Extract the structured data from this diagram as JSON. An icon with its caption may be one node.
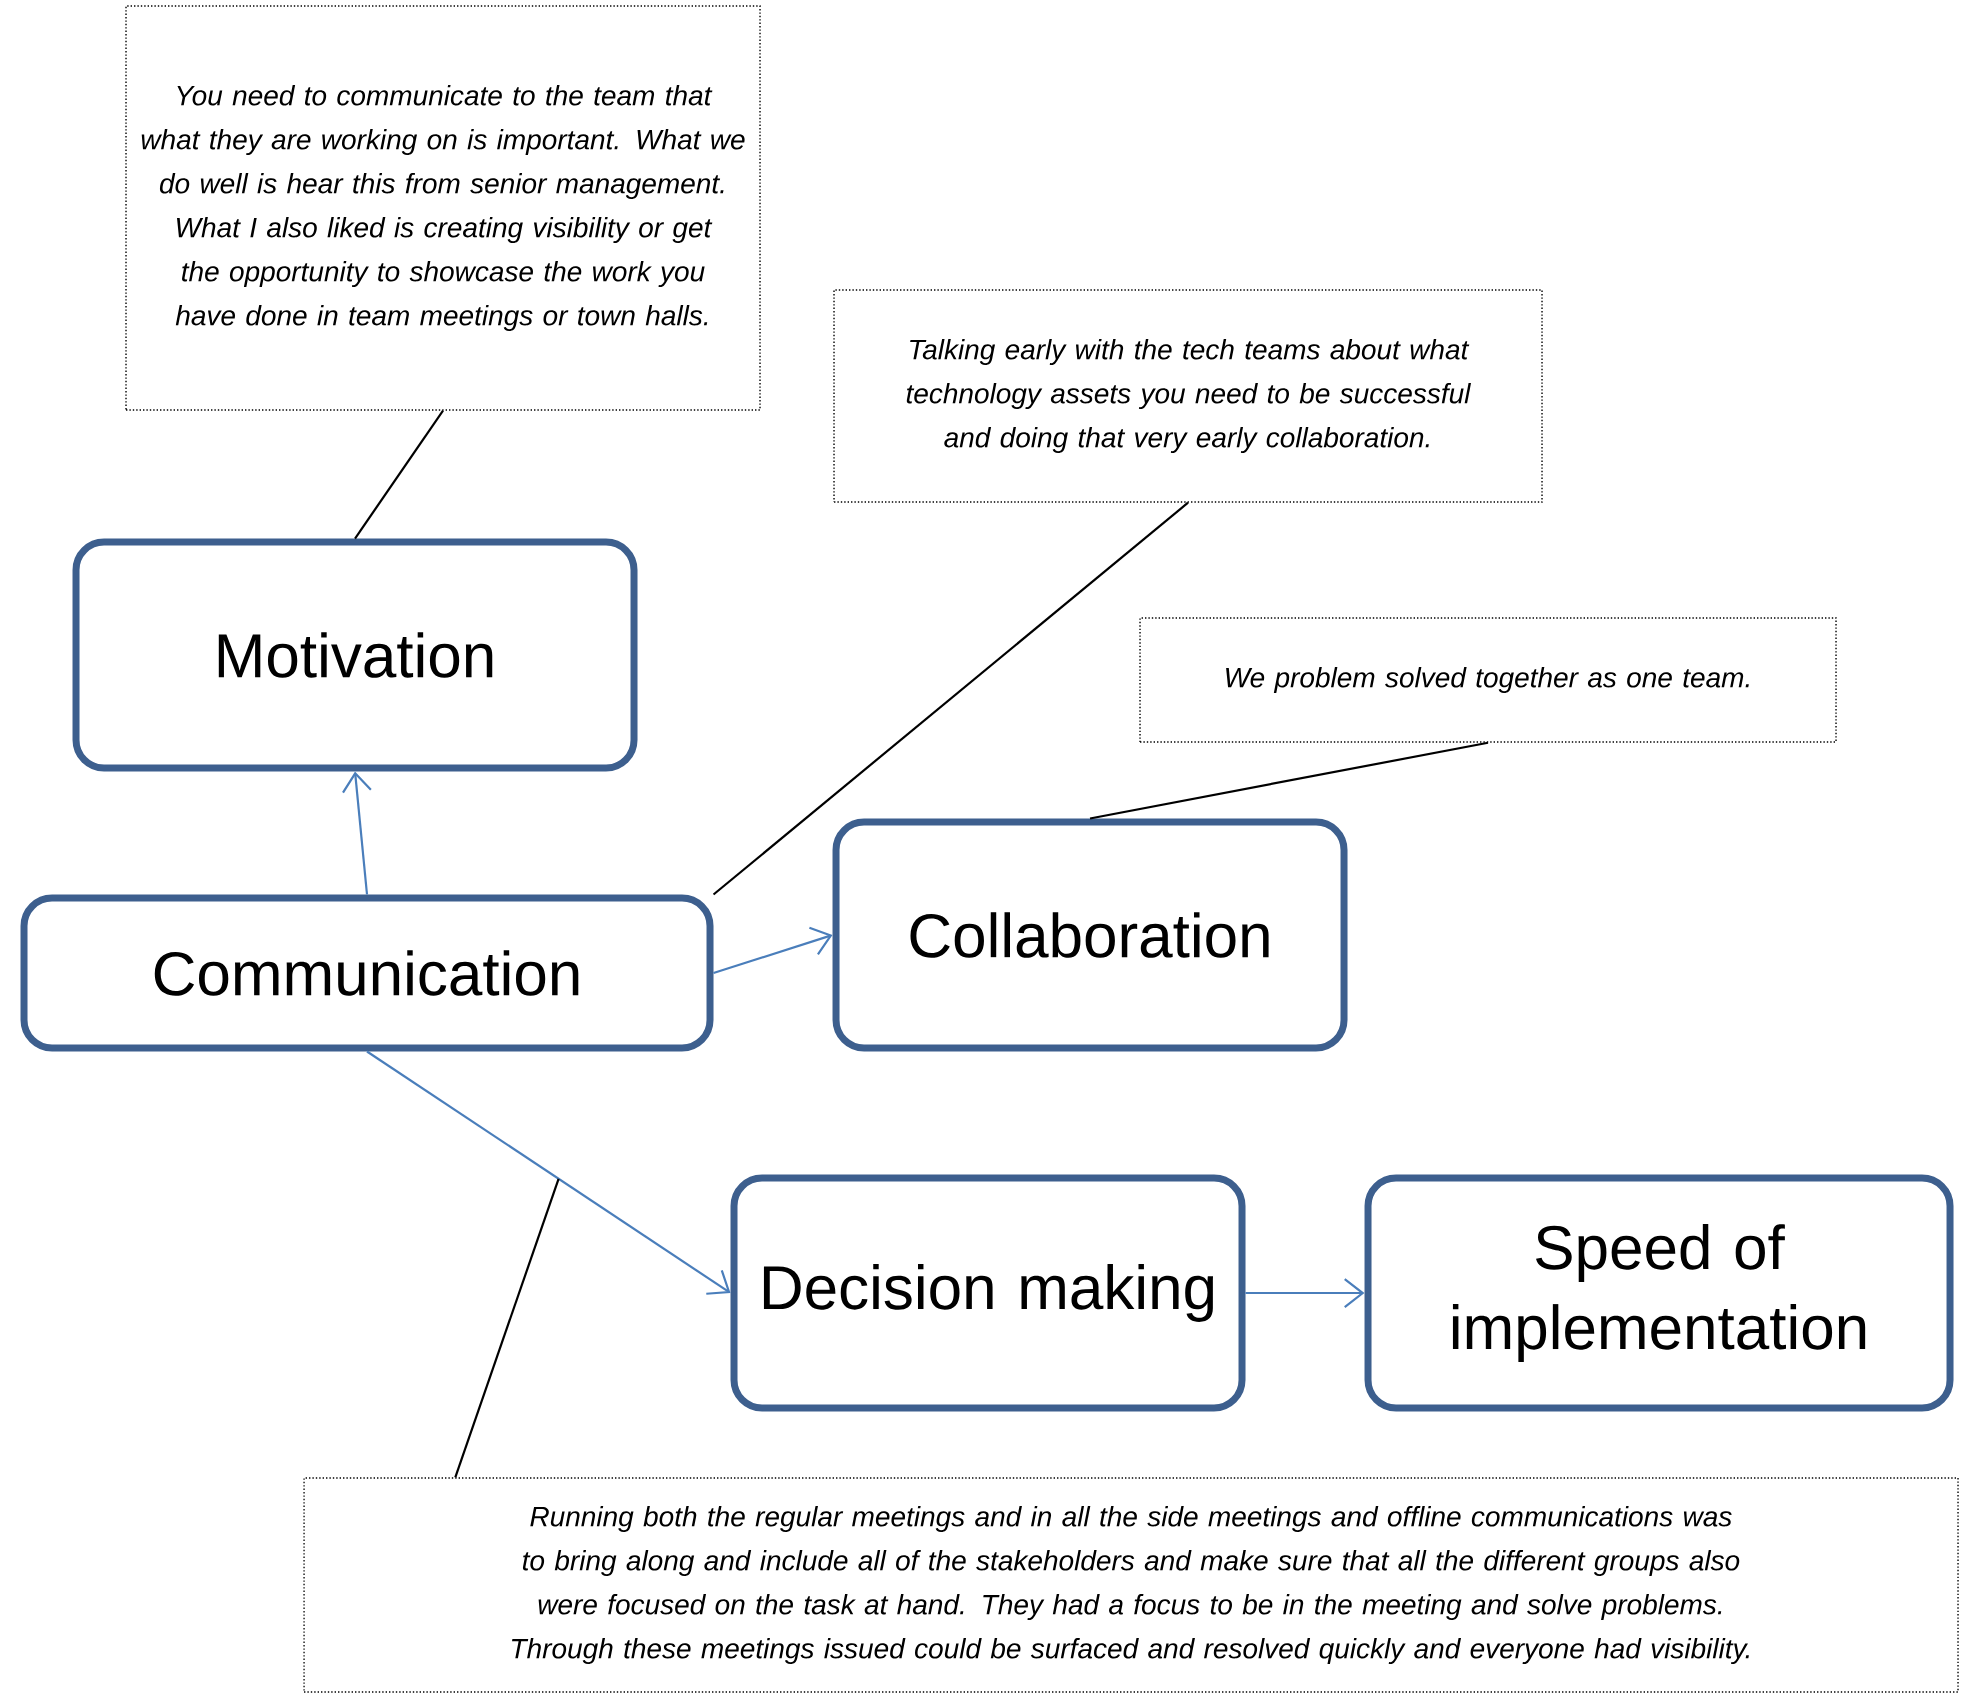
{
  "diagram": {
    "nodes": [
      {
        "text": [
          "You need to communicate to the team that what they are working on is important. What we do well is hear this from senior management. What I also liked is creating visibility or get the opportunity to showcase the work you have done in team meetings or town halls."
        ]
      },
      {
        "text": [
          "Talking early with the tech teams about what technology assets you need to be successful and doing that very early collaboration."
        ]
      },
      {
        "text": [
          "Motivation"
        ]
      },
      {
        "text": [
          "We problem solved together as one team."
        ]
      },
      {
        "text": [
          "Communication"
        ]
      },
      {
        "text": [
          "Collaboration"
        ]
      },
      {
        "text": [
          "Decision making"
        ]
      },
      {
        "text": [
          "Speed of implementation"
        ]
      },
      {
        "text": [
          "Running both the regular meetings and in all the side meetings and offline communications was to bring along and include all of the stakeholders and make sure that all the different groups also were focused on the task at hand. They had a focus to be in the meeting and solve problems. Through these meetings issued could be surfaced and resolved quickly and everyone had visibility."
        ]
      }
    ],
    "edges": [
      {
        "from": 4,
        "to": 2,
        "arrow": "to",
        "color": "#4a7ebb"
      },
      {
        "from": 4,
        "to": 5,
        "arrow": "to",
        "color": "#4a7ebb"
      },
      {
        "from": 4,
        "to": 6,
        "arrow": "to",
        "color": "#4a7ebb"
      },
      {
        "from": 6,
        "to": 7,
        "arrow": "to",
        "color": "#4a7ebb"
      },
      {
        "from": 0,
        "to": 2,
        "arrow": "none",
        "color": "#000000"
      },
      {
        "from": 1,
        "to": 4,
        "arrow": "none",
        "color": "#000000"
      },
      {
        "from": 3,
        "to": 5,
        "arrow": "none",
        "color": "#000000"
      },
      {
        "from": 8,
        "to": null,
        "arrow": "none",
        "color": "#000000"
      }
    ]
  }
}
